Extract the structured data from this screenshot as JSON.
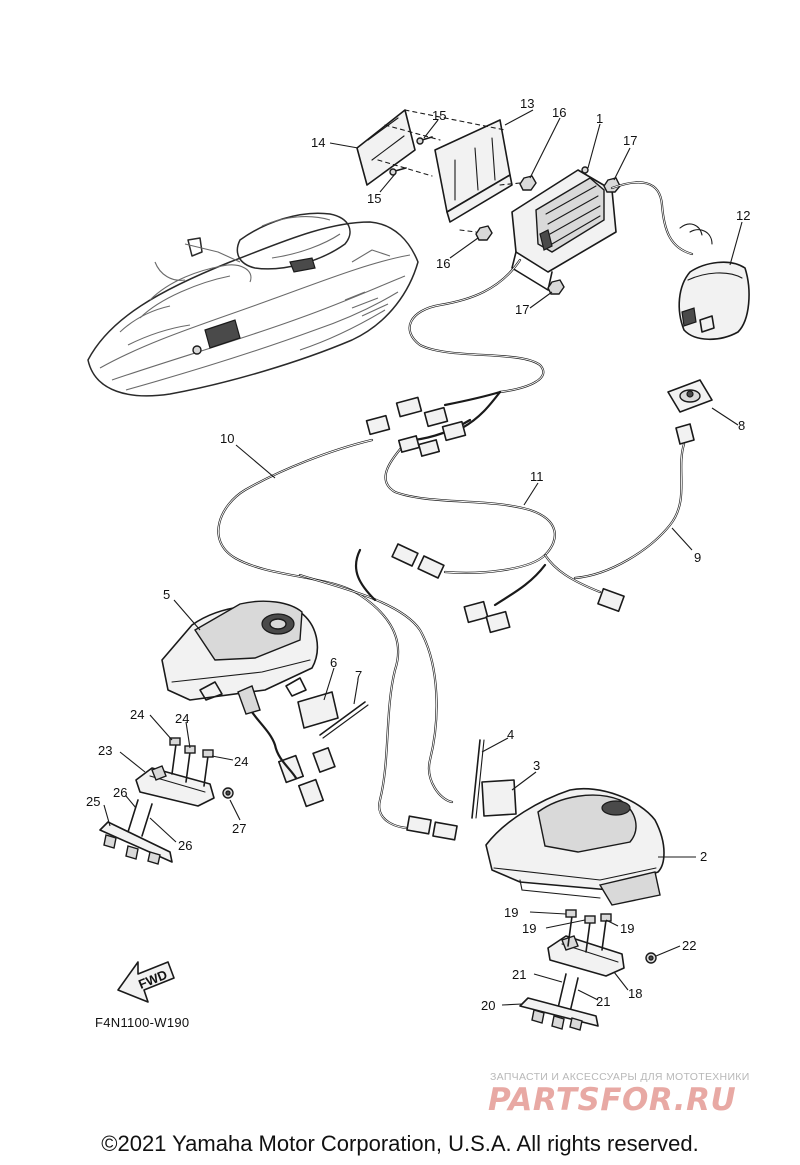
{
  "diagram": {
    "callouts": [
      "1",
      "2",
      "3",
      "4",
      "5",
      "6",
      "7",
      "8",
      "9",
      "10",
      "11",
      "12",
      "13",
      "14",
      "15",
      "15",
      "16",
      "16",
      "17",
      "17",
      "18",
      "19",
      "19",
      "19",
      "20",
      "21",
      "21",
      "22",
      "23",
      "24",
      "24",
      "24",
      "25",
      "26",
      "26",
      "27"
    ],
    "direction_arrow": "FWD",
    "figure_code": "F4N1100-W190"
  },
  "watermark": {
    "tagline": "ЗАПЧАСТИ И АКСЕССУАРЫ ДЛЯ МОТОТЕХНИКИ",
    "logo": "PARTSFOR.RU"
  },
  "footer": {
    "copyright": "©2021 Yamaha Motor Corporation, U.S.A. All rights reserved."
  }
}
